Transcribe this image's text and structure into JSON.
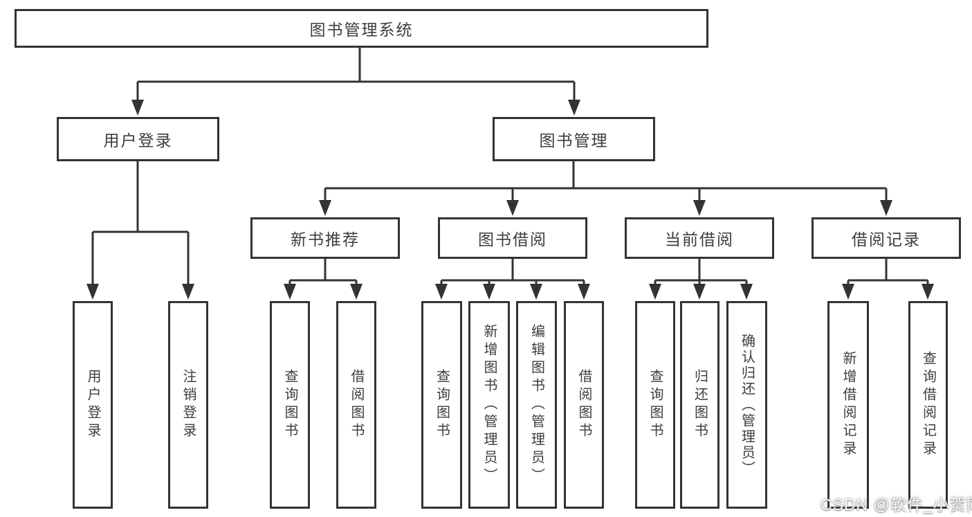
{
  "diagram": {
    "root": {
      "label": "图书管理系统"
    },
    "level2": {
      "login": {
        "label": "用户登录"
      },
      "management": {
        "label": "图书管理"
      }
    },
    "level3": {
      "new_books": {
        "label": "新书推荐"
      },
      "borrowing": {
        "label": "图书借阅"
      },
      "current": {
        "label": "当前借阅"
      },
      "records": {
        "label": "借阅记录"
      }
    },
    "leaves": {
      "login": [
        "用户登录",
        "注销登录"
      ],
      "new_books": [
        "查询图书",
        "借阅图书"
      ],
      "borrowing": [
        "查询图书",
        "新增图书（管理员）",
        "编辑图书（管理员）",
        "借阅图书"
      ],
      "current": [
        "查询图书",
        "归还图书",
        "确认归还（管理员）"
      ],
      "records": [
        "新增借阅记录",
        "查询借阅记录"
      ]
    }
  },
  "colors": {
    "line": "#333333",
    "text": "#3d3d3d",
    "box_bg": "#ffffff"
  },
  "watermark": "CSDN @软件_小贺同学"
}
